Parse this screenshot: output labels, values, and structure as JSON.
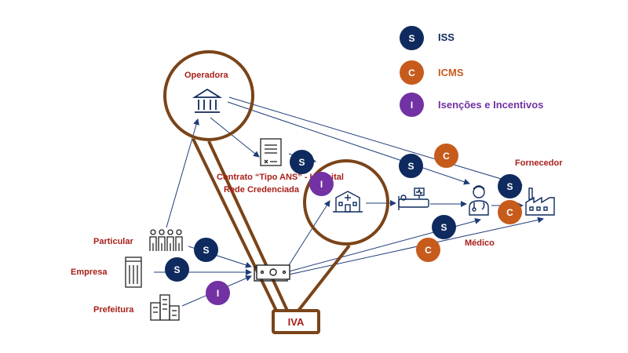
{
  "colors": {
    "iss": "#0f2a5e",
    "icms": "#c75b1c",
    "incentives": "#7232a3",
    "label_red": "#a8201a",
    "callout_brown": "#7a4419",
    "arrow_navy": "#1f3c78"
  },
  "legend": [
    {
      "letter": "S",
      "label": "ISS",
      "color": "#0f2a5e"
    },
    {
      "letter": "C",
      "label": "ICMS",
      "color": "#c75b1c"
    },
    {
      "letter": "I",
      "label": "Isenções e Incentivos",
      "color": "#7232a3"
    }
  ],
  "nodes": {
    "operadora": {
      "label": "Operadora",
      "icon": "bank-icon"
    },
    "contrato": {
      "label_line1": "Contrato “Tipo ANS” - Hospital",
      "label_line2": "Rede Credenciada",
      "icon": "contract-icon"
    },
    "hospital": {
      "icon": "hospital-icon"
    },
    "patient": {
      "icon": "hospital-bed-icon"
    },
    "medico": {
      "label": "Médico",
      "icon": "doctor-icon"
    },
    "fornecedor": {
      "label": "Fornecedor",
      "icon": "factory-icon"
    },
    "particular": {
      "label": "Particular",
      "icon": "people-icon"
    },
    "empresa": {
      "label": "Empresa",
      "icon": "office-building-icon"
    },
    "prefeitura": {
      "label": "Prefeitura",
      "icon": "city-buildings-icon"
    },
    "money": {
      "icon": "money-icon"
    }
  },
  "badges": [
    {
      "id": "contract-s",
      "letter": "S"
    },
    {
      "id": "hospital-i",
      "letter": "I"
    },
    {
      "id": "op-med-s",
      "letter": "S"
    },
    {
      "id": "op-forn-c",
      "letter": "C"
    },
    {
      "id": "med-forn-s",
      "letter": "S"
    },
    {
      "id": "med-forn-c",
      "letter": "C"
    },
    {
      "id": "money-med-s",
      "letter": "S"
    },
    {
      "id": "money-forn-c",
      "letter": "C"
    },
    {
      "id": "particular-s",
      "letter": "S"
    },
    {
      "id": "empresa-s",
      "letter": "S"
    },
    {
      "id": "prefeitura-i",
      "letter": "I"
    }
  ],
  "callout": {
    "label": "IVA"
  }
}
